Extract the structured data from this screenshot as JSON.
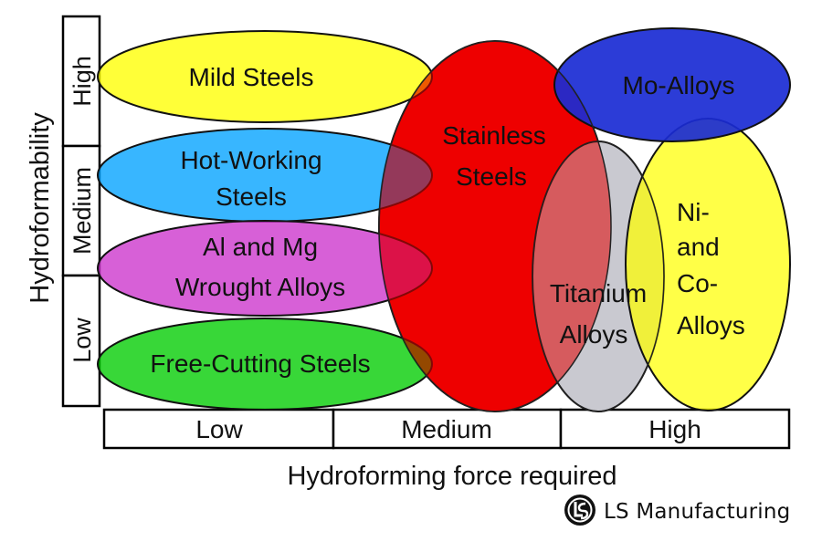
{
  "diagram": {
    "y_axis_title": "Hydroformability",
    "x_axis_title": "Hydroforming force required",
    "y_levels": [
      "High",
      "Medium",
      "Low"
    ],
    "x_levels": [
      "Low",
      "Medium",
      "High"
    ],
    "regions": {
      "mild_steels": {
        "lines": [
          "Mild Steels"
        ],
        "color": "#ffff00"
      },
      "hot_working_steels": {
        "lines": [
          "Hot-Working",
          "Steels"
        ],
        "color": "#00a2ff"
      },
      "al_mg_alloys": {
        "lines": [
          "Al and Mg",
          "Wrought Alloys"
        ],
        "color": "#cc33cc"
      },
      "free_cutting_steels": {
        "lines": [
          "Free-Cutting Steels"
        ],
        "color": "#00cc00"
      },
      "stainless_steels": {
        "lines": [
          "Stainless",
          "Steels"
        ],
        "color": "#ff0000"
      },
      "mo_alloys": {
        "lines": [
          "Mo-Alloys"
        ],
        "color": "#1a2bd4"
      },
      "titanium_alloys": {
        "lines": [
          "Titanium",
          "Alloys"
        ],
        "color": "#c9c9d0"
      },
      "ni_co_alloys": {
        "lines": [
          "Ni-",
          "and",
          "Co-",
          "Alloys"
        ],
        "color": "#ffff00"
      }
    }
  },
  "brand": {
    "name": "LS Manufacturing",
    "logo_icon": "ls-logo-icon"
  }
}
